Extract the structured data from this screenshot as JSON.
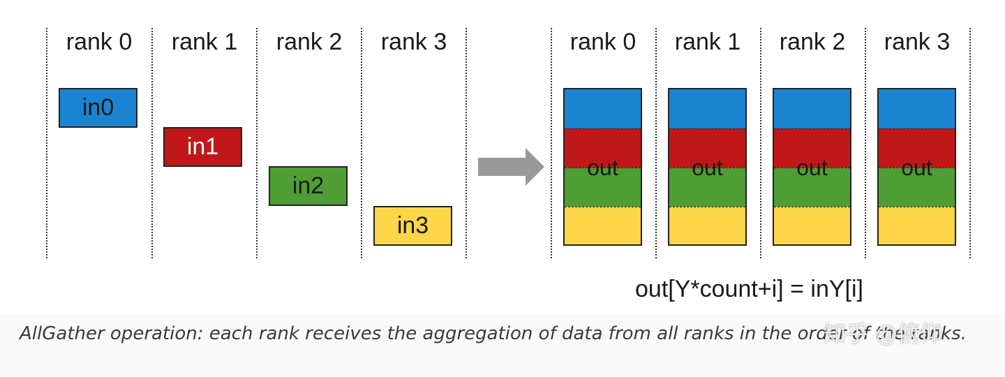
{
  "left_panel": {
    "ranks": [
      "rank 0",
      "rank 1",
      "rank 2",
      "rank 3"
    ],
    "inputs": [
      {
        "label": "in0",
        "color": "#1a84d1"
      },
      {
        "label": "in1",
        "color": "#c01818"
      },
      {
        "label": "in2",
        "color": "#4e9d35"
      },
      {
        "label": "in3",
        "color": "#fdd549"
      }
    ]
  },
  "right_panel": {
    "ranks": [
      "rank 0",
      "rank 1",
      "rank 2",
      "rank 3"
    ],
    "out_label": "out",
    "segment_colors": [
      "#1a84d1",
      "#c01818",
      "#4e9d35",
      "#fdd549"
    ]
  },
  "arrow": {
    "color": "#999999",
    "icon": "right-arrow-icon"
  },
  "formula": "out[Y*count+i] = inY[i]",
  "caption": "AllGather operation: each rank receives the aggregation of data from all ranks in the order of the ranks.",
  "watermark": "知乎 @俯仰"
}
